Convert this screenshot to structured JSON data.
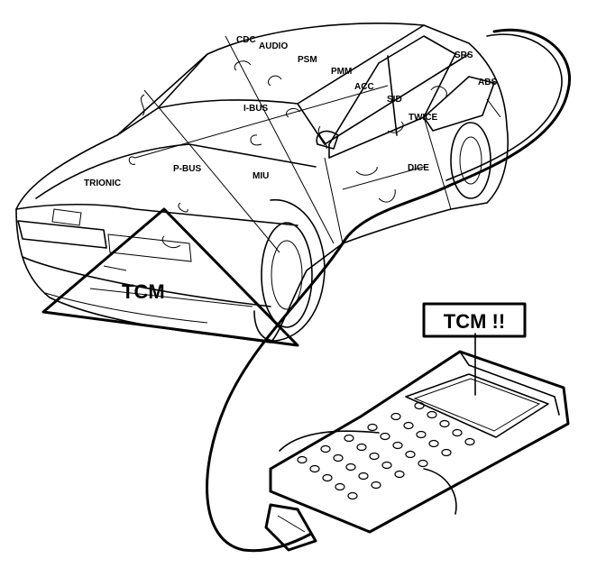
{
  "modules": [
    {
      "id": "cdc",
      "label": "CDC"
    },
    {
      "id": "audio",
      "label": "AUDIO"
    },
    {
      "id": "psm",
      "label": "PSM"
    },
    {
      "id": "pmm",
      "label": "PMM"
    },
    {
      "id": "acc",
      "label": "ACC"
    },
    {
      "id": "sid",
      "label": "SID"
    },
    {
      "id": "srs",
      "label": "SRS"
    },
    {
      "id": "abs",
      "label": "ABS"
    },
    {
      "id": "ibus",
      "label": "I-BUS"
    },
    {
      "id": "twice",
      "label": "TWICE"
    },
    {
      "id": "trionic",
      "label": "TRIONIC"
    },
    {
      "id": "pbus",
      "label": "P-BUS"
    },
    {
      "id": "miu",
      "label": "MIU"
    },
    {
      "id": "dice",
      "label": "DICE"
    }
  ],
  "highlight": {
    "label": "TCM"
  },
  "screen": {
    "label": "TCM !!"
  },
  "colors": {
    "ink": "#000000",
    "paper": "#ffffff"
  }
}
